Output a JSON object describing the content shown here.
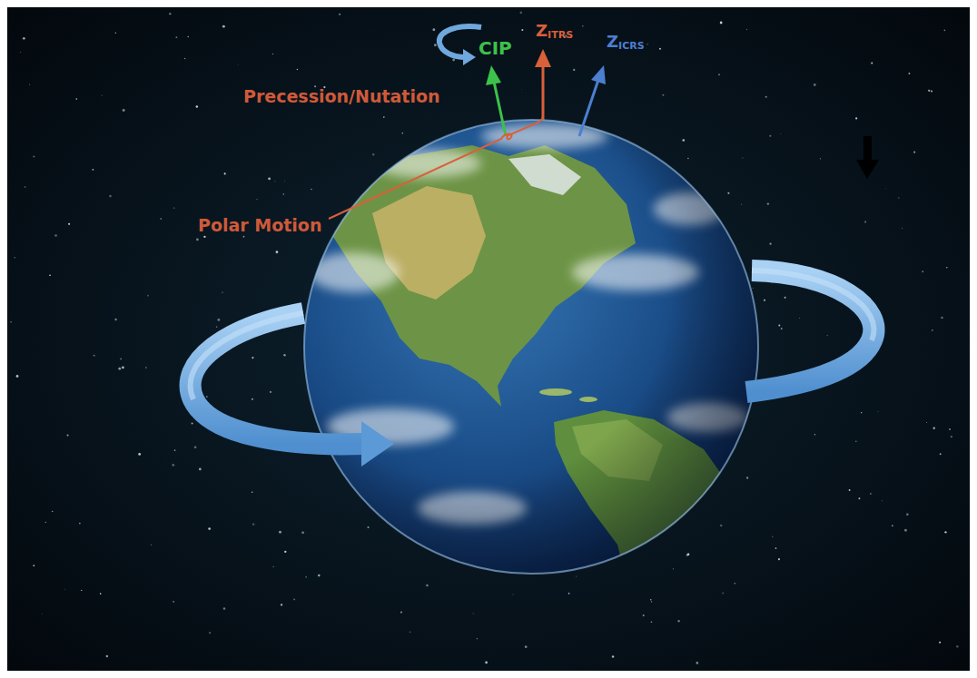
{
  "diagram": {
    "labels": [
      "CIP",
      "Z",
      "ITRS",
      "Z",
      "ICRS",
      "Precession/Nutation",
      "Polar Motion"
    ]
  }
}
